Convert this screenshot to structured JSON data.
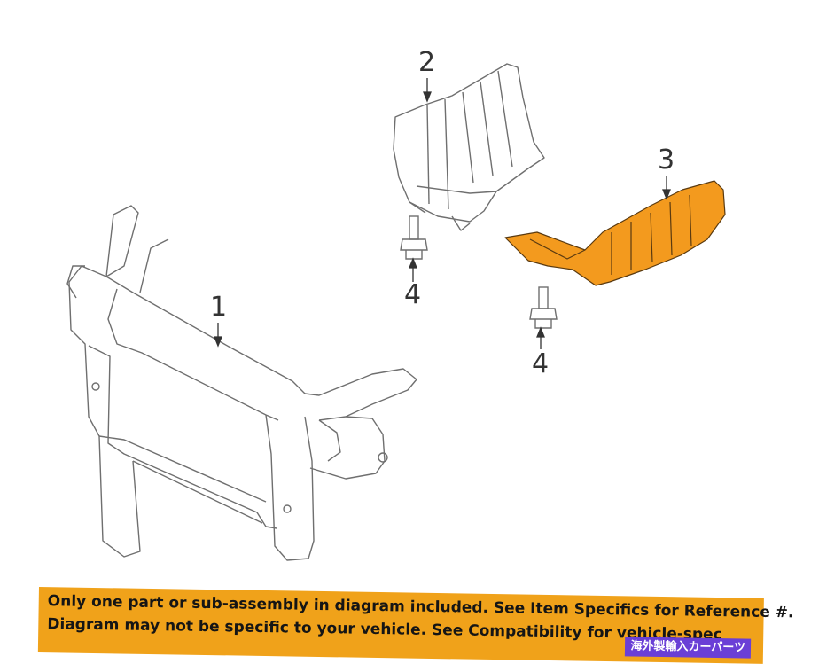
{
  "diagram": {
    "callouts": [
      {
        "id": "1",
        "label": "1"
      },
      {
        "id": "2",
        "label": "2"
      },
      {
        "id": "3",
        "label": "3"
      },
      {
        "id": "4a",
        "label": "4"
      },
      {
        "id": "4b",
        "label": "4"
      }
    ],
    "colors": {
      "line": "#6f6f6f",
      "highlight_part": "#f39a1e",
      "banner": "#f0a21a",
      "badge": "#6a3fd6"
    }
  },
  "banner": {
    "line1": "Only one part or sub-assembly in diagram included. See Item Specifics for Reference #.",
    "line2": "Diagram may not be specific to your vehicle. See Compatibility for vehicle-spec",
    "badge": "海外製輸入カーパーツ"
  }
}
